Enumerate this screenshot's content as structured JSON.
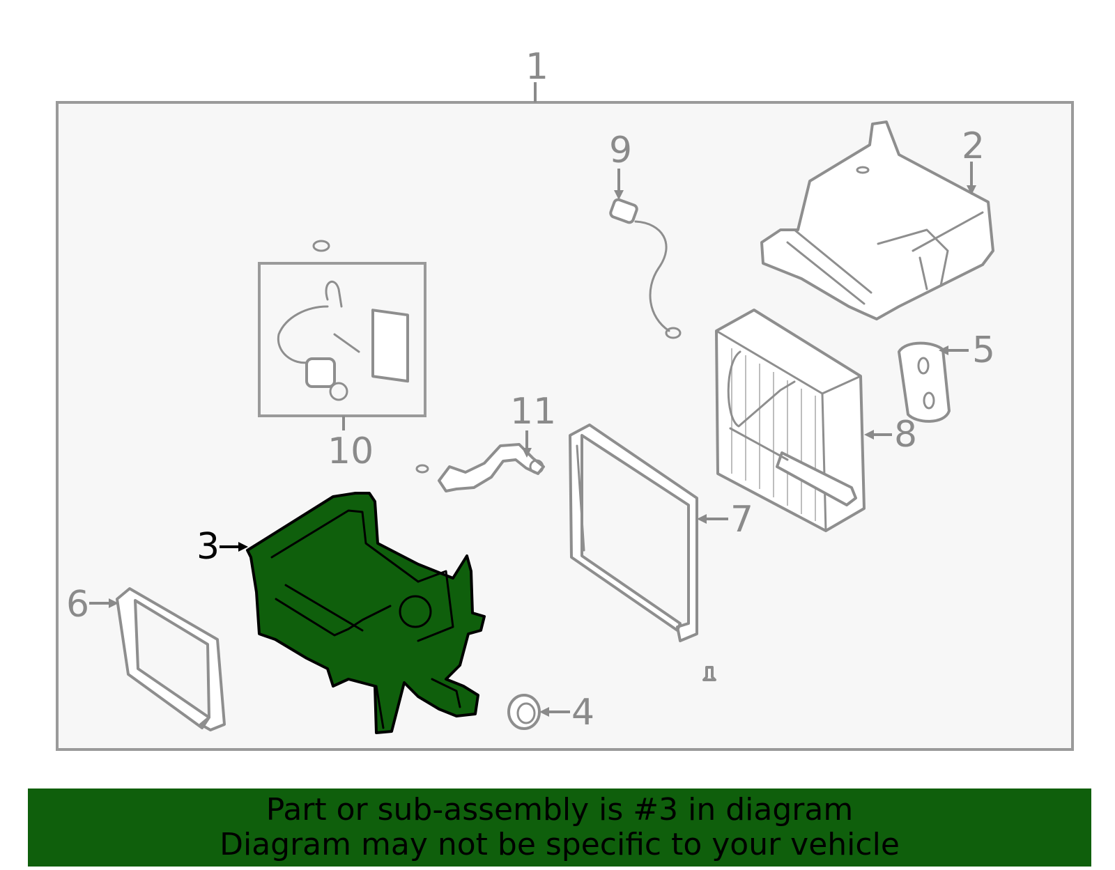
{
  "callouts": {
    "c1": "1",
    "c2": "2",
    "c3": "3",
    "c4": "4",
    "c5": "5",
    "c6": "6",
    "c7": "7",
    "c8": "8",
    "c9": "9",
    "c10": "10",
    "c11": "11"
  },
  "highlight": {
    "part": "3",
    "color": "#0f5f0c"
  },
  "banner": {
    "line1": "Part or sub-assembly is #3 in diagram",
    "line2": "Diagram may not be specific to your vehicle"
  }
}
